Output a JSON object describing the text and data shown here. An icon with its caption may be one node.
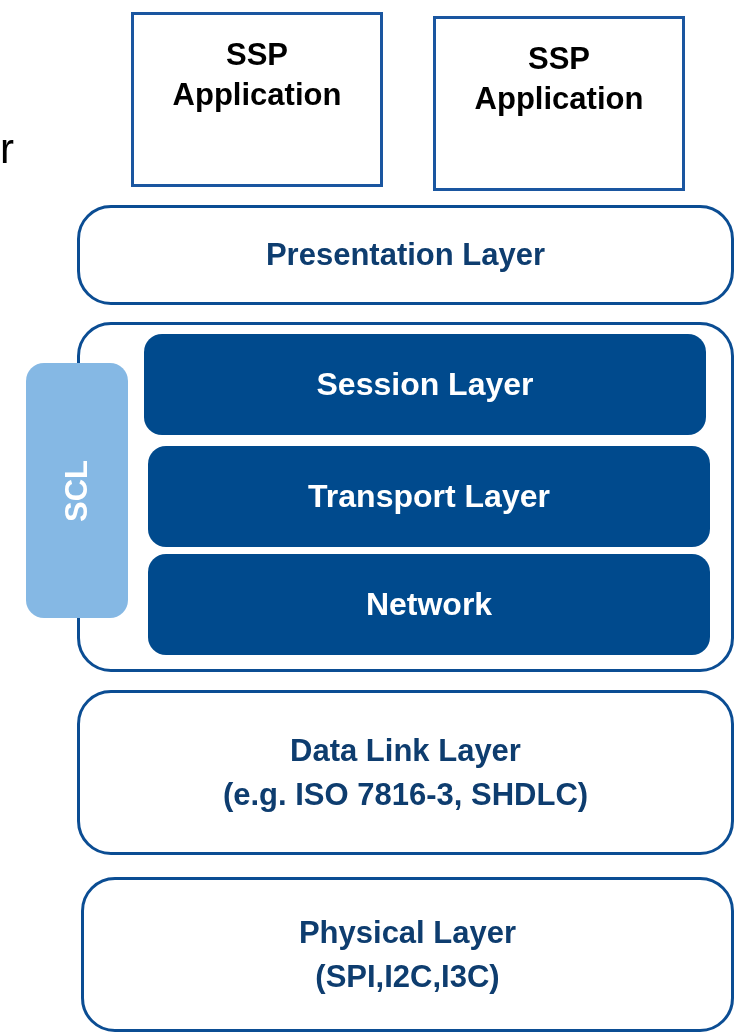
{
  "diagram": {
    "nodes": [
      {
        "text": [
          "SSP Application"
        ]
      },
      {
        "text": [
          "SSP Application"
        ]
      },
      {
        "text": [
          "Presentation Layer"
        ]
      },
      {
        "text": [],
        "shape": "box"
      },
      {
        "text": [
          "Session Layer"
        ],
        "in": 3
      },
      {
        "text": [
          "Transport Layer"
        ],
        "in": 3
      },
      {
        "text": [
          "Network"
        ],
        "in": 3
      },
      {
        "text": [
          "SCL"
        ]
      },
      {
        "text": [
          "Data Link Layer",
          "(e.g. ISO 7816-3, SHDLC)"
        ]
      },
      {
        "text": [
          "Physical Layer",
          "(SPI,I2C,I3C)"
        ]
      }
    ],
    "edges": [],
    "labels": [
      "r"
    ]
  }
}
